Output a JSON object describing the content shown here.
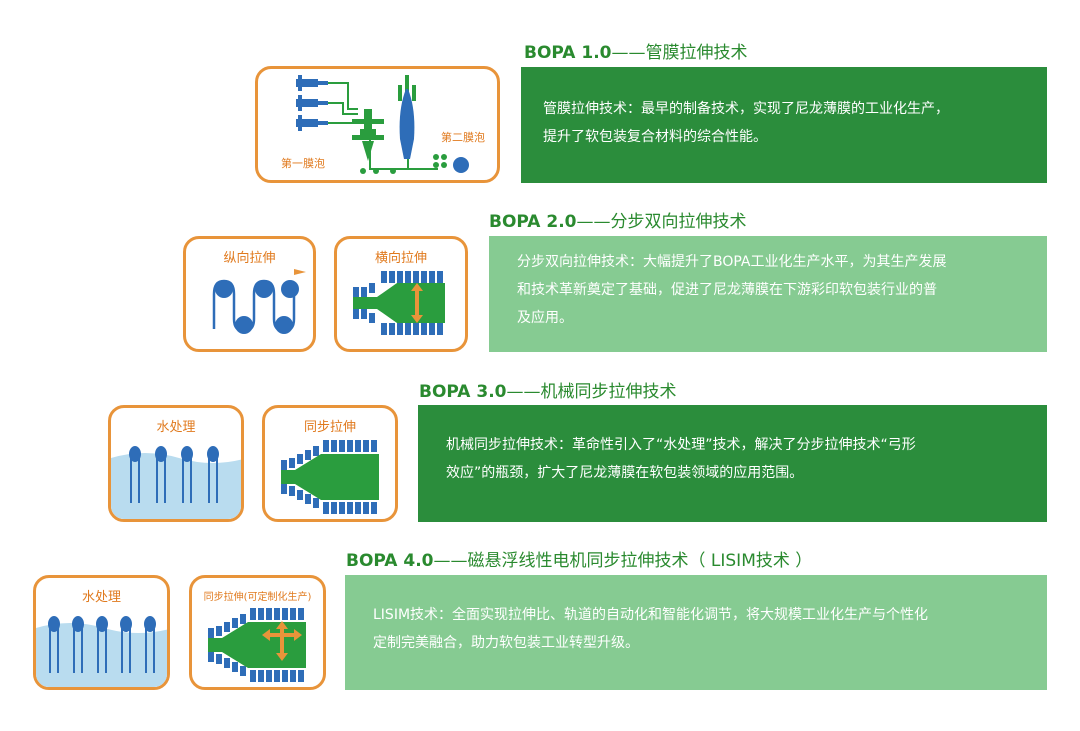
{
  "colors": {
    "dark_green": "#2b8d3c",
    "light_green": "#86cb92",
    "title_green": "#2a8a2f",
    "orange": "#e8943a",
    "blue": "#2e6db8"
  },
  "stages": [
    {
      "version": "BOPA 1.0",
      "name": "——管膜拉伸技术",
      "desc_lines": [
        "管膜拉伸技术：最早的制备技术，实现了尼龙薄膜的工业化生产，",
        "提升了软包装复合材料的综合性能。"
      ],
      "cards": [
        {
          "labels": [
            "第一膜泡",
            "第二膜泡"
          ],
          "icon": "tubular-film-process-icon"
        }
      ]
    },
    {
      "version": "BOPA 2.0",
      "name": "——分步双向拉伸技术",
      "desc_lines": [
        "分步双向拉伸技术：大幅提升了BOPA工业化生产水平，为其生产发展",
        "和技术革新奠定了基础，促进了尼龙薄膜在下游彩印软包装行业的普",
        "及应用。"
      ],
      "cards": [
        {
          "label": "纵向拉伸",
          "icon": "roller-stretch-icon"
        },
        {
          "label": "横向拉伸",
          "icon": "tenter-stretch-icon"
        }
      ]
    },
    {
      "version": "BOPA 3.0",
      "name": "——机械同步拉伸技术",
      "desc_lines": [
        "机械同步拉伸技术：革命性引入了“水处理”技术，解决了分步拉伸技术“弓形",
        "效应”的瓶颈，扩大了尼龙薄膜在软包装领域的应用范围。"
      ],
      "cards": [
        {
          "label": "水处理",
          "icon": "water-treatment-icon"
        },
        {
          "label": "同步拉伸",
          "icon": "sync-stretch-icon"
        }
      ]
    },
    {
      "version": "BOPA 4.0",
      "name": "——磁悬浮线性电机同步拉伸技术（ LISIM技术 ）",
      "desc_lines": [
        "LISIM技术：全面实现拉伸比、轨道的自动化和智能化调节，将大规模工业化生产与个性化",
        "定制完美融合，助力软包装工业转型升级。"
      ],
      "cards": [
        {
          "label": "水处理",
          "icon": "water-treatment-icon"
        },
        {
          "label": "同步拉伸(可定制化生产)",
          "icon": "custom-sync-stretch-icon"
        }
      ]
    }
  ]
}
